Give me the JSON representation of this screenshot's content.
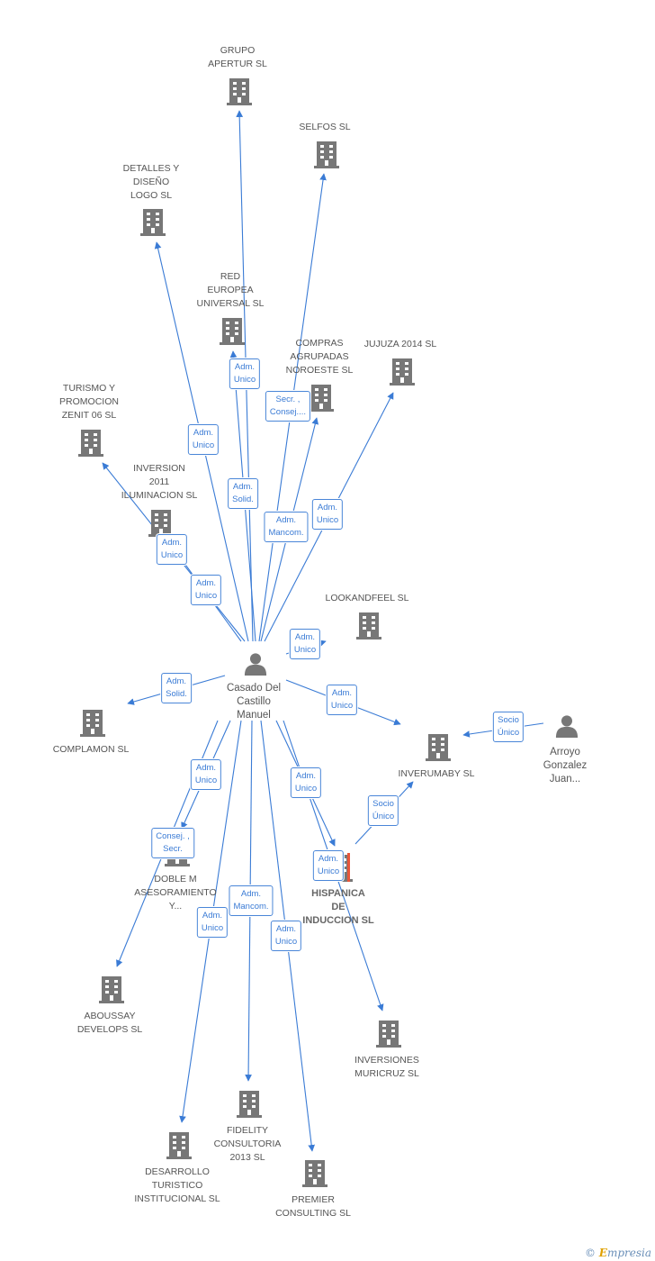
{
  "center": {
    "name": "Casado Del\nCastillo\nManuel",
    "icon": "person-icon"
  },
  "companies": [
    {
      "id": "grupo",
      "name": "GRUPO\nAPERTUR SL",
      "icon": "building-icon"
    },
    {
      "id": "selfos",
      "name": "SELFOS SL",
      "icon": "building-icon"
    },
    {
      "id": "detalles",
      "name": "DETALLES Y\nDISEÑO\nLOGO SL",
      "icon": "building-icon"
    },
    {
      "id": "red",
      "name": "RED\nEUROPEA\nUNIVERSAL SL",
      "icon": "building-icon"
    },
    {
      "id": "compras",
      "name": "COMPRAS\nAGRUPADAS\nNOROESTE SL",
      "icon": "building-icon"
    },
    {
      "id": "jujuza",
      "name": "JUJUZA 2014 SL",
      "icon": "building-icon"
    },
    {
      "id": "turismo",
      "name": "TURISMO Y\nPROMOCION\nZENIT 06 SL",
      "icon": "building-icon"
    },
    {
      "id": "inversion",
      "name": "INVERSION\n2011\nILUMINACION SL",
      "icon": "building-icon"
    },
    {
      "id": "lookandfeel",
      "name": "LOOKANDFEEL SL",
      "icon": "building-icon"
    },
    {
      "id": "complamon",
      "name": "COMPLAMON SL",
      "icon": "building-icon"
    },
    {
      "id": "inverumaby",
      "name": "INVERUMABY SL",
      "icon": "building-icon"
    },
    {
      "id": "doble",
      "name": "DOBLE M\nASESORAMIENTO\nY...",
      "icon": "building-icon"
    },
    {
      "id": "hispanica",
      "name": "HISPANICA\nDE\nINDUCCION SL",
      "icon": "building-icon",
      "highlight": true
    },
    {
      "id": "aboussay",
      "name": "ABOUSSAY\nDEVELOPS SL",
      "icon": "building-icon"
    },
    {
      "id": "inversiones",
      "name": "INVERSIONES\nMURICRUZ SL",
      "icon": "building-icon"
    },
    {
      "id": "fidelity",
      "name": "FIDELITY\nCONSULTORIA\n2013 SL",
      "icon": "building-icon"
    },
    {
      "id": "desarrollo",
      "name": "DESARROLLO\nTURISTICO\nINSTITUCIONAL SL",
      "icon": "building-icon"
    },
    {
      "id": "premier",
      "name": "PREMIER\nCONSULTING SL",
      "icon": "building-icon"
    }
  ],
  "persons": [
    {
      "id": "arroyo",
      "name": "Arroyo\nGonzalez\nJuan...",
      "icon": "person-icon"
    }
  ],
  "relations": [
    {
      "from": "center",
      "to": "grupo",
      "label": "Adm.\nUnico"
    },
    {
      "from": "center",
      "to": "selfos",
      "label": "Adm.\nMancom."
    },
    {
      "from": "center",
      "to": "detalles",
      "label": "Adm.\nUnico"
    },
    {
      "from": "center",
      "to": "red",
      "label": "Adm.\nSolid."
    },
    {
      "from": "center",
      "to": "compras",
      "label": "Secr. ,\nConsej...."
    },
    {
      "from": "center",
      "to": "jujuza",
      "label": "Adm.\nUnico"
    },
    {
      "from": "center",
      "to": "turismo",
      "label": "Adm.\nUnico"
    },
    {
      "from": "center",
      "to": "inversion",
      "label": "Adm.\nUnico"
    },
    {
      "from": "center",
      "to": "lookandfeel",
      "label": "Adm.\nUnico"
    },
    {
      "from": "center",
      "to": "complamon",
      "label": "Adm.\nSolid."
    },
    {
      "from": "center",
      "to": "inverumaby",
      "label": "Adm.\nUnico"
    },
    {
      "from": "center",
      "to": "doble",
      "label": "Adm.\nUnico"
    },
    {
      "from": "center",
      "to": "aboussay",
      "label": "Consej. ,\nSecr."
    },
    {
      "from": "center",
      "to": "hispanica",
      "label": "Adm.\nUnico"
    },
    {
      "from": "center",
      "to": "inversiones",
      "label": "Adm.\nUnico"
    },
    {
      "from": "center",
      "to": "fidelity",
      "label": "Adm.\nMancom."
    },
    {
      "from": "center",
      "to": "desarrollo",
      "label": "Adm.\nUnico"
    },
    {
      "from": "center",
      "to": "premier",
      "label": "Adm.\nUnico"
    },
    {
      "from": "arroyo",
      "to": "inverumaby",
      "label": "Socio\nÚnico"
    },
    {
      "from": "hispanica",
      "to": "inverumaby",
      "label": "Socio\nÚnico"
    }
  ],
  "colors": {
    "edge": "#3a7bd5",
    "icon": "#777777",
    "highlight": "#e8553a"
  },
  "footer": {
    "copyright": "©",
    "brand_e": "E",
    "brand_rest": "mpresia"
  }
}
